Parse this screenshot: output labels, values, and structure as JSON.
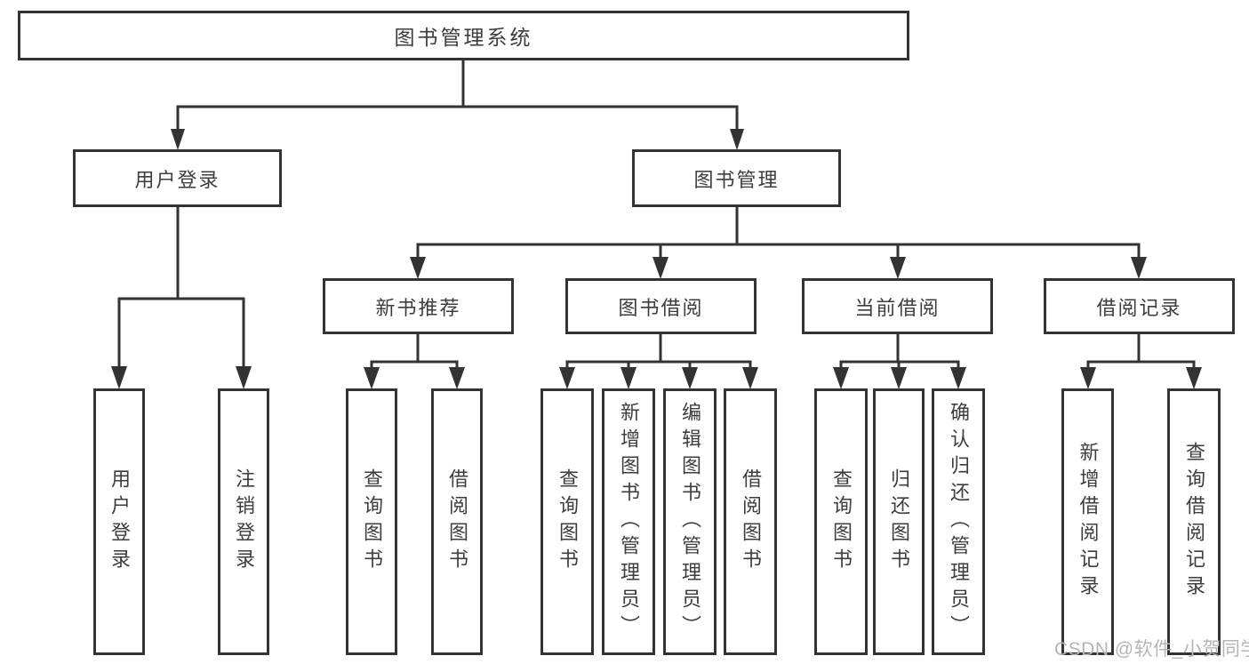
{
  "colors": {
    "line": "#333333",
    "text": "#3d3d3d",
    "boxbg": "#ffffff",
    "background": "#ffffff",
    "watermark": "#b5b5b5"
  },
  "watermark": {
    "text": "CSDN @软件_小贺同学"
  },
  "tree": {
    "root": {
      "label": "图书管理系统",
      "children": [
        {
          "label": "用户登录",
          "children": [
            {
              "label": "用户登录"
            },
            {
              "label": "注销登录"
            }
          ]
        },
        {
          "label": "图书管理",
          "children": [
            {
              "label": "新书推荐",
              "children": [
                {
                  "label": "查询图书"
                },
                {
                  "label": "借阅图书"
                }
              ]
            },
            {
              "label": "图书借阅",
              "children": [
                {
                  "label": "查询图书"
                },
                {
                  "label": "新增图书（管理员）"
                },
                {
                  "label": "编辑图书（管理员）"
                },
                {
                  "label": "借阅图书"
                }
              ]
            },
            {
              "label": "当前借阅",
              "children": [
                {
                  "label": "查询图书"
                },
                {
                  "label": "归还图书"
                },
                {
                  "label": "确认归还（管理员）"
                }
              ]
            },
            {
              "label": "借阅记录",
              "children": [
                {
                  "label": "新增借阅记录"
                },
                {
                  "label": "查询借阅记录"
                }
              ]
            }
          ]
        }
      ]
    }
  }
}
